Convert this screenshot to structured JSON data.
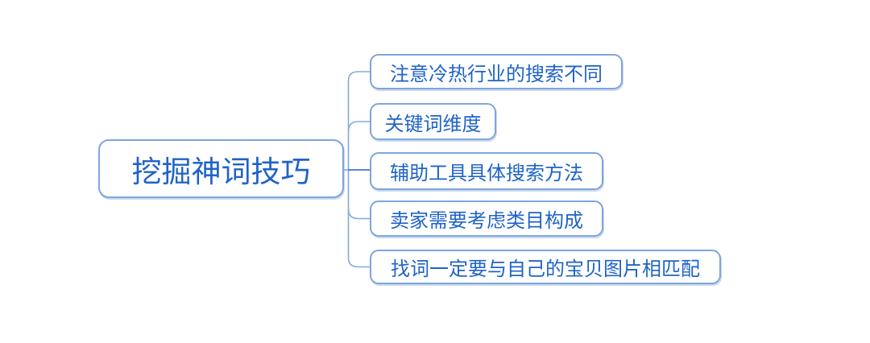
{
  "colors": {
    "background": "#ffffff",
    "node_border": "#7ea6db",
    "node_text": "#1f63c8",
    "connector_light": "#84a9dc",
    "connector_dark": "#2264be"
  },
  "mindmap": {
    "root": {
      "label": "挖掘神词技巧"
    },
    "children": [
      {
        "label": "注意冷热行业的搜索不同"
      },
      {
        "label": "关键词维度"
      },
      {
        "label": "辅助工具具体搜索方法"
      },
      {
        "label": "卖家需要考虑类目构成"
      },
      {
        "label": "找词一定要与自己的宝贝图片相匹配"
      }
    ]
  }
}
